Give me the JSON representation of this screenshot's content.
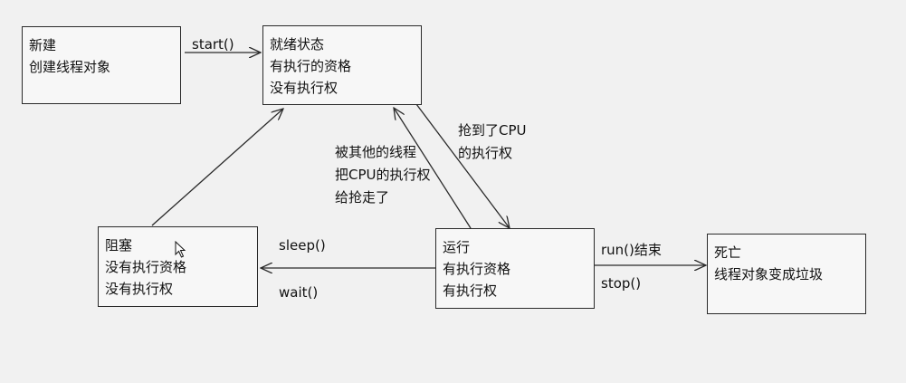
{
  "states": {
    "new": {
      "title": "新建",
      "desc": "创建线程对象"
    },
    "ready": {
      "title": "就绪状态",
      "line1": "有执行的资格",
      "line2": "没有执行权"
    },
    "blocked": {
      "title": "阻塞",
      "line1": "没有执行资格",
      "line2": "没有执行权"
    },
    "running": {
      "title": "运行",
      "line1": "有执行资格",
      "line2": "有执行权"
    },
    "dead": {
      "title": "死亡",
      "desc": "线程对象变成垃圾"
    }
  },
  "transitions": {
    "start": "start()",
    "got_cpu_1": "抢到了CPU",
    "got_cpu_2": "的执行权",
    "preempt_1": "被其他的线程",
    "preempt_2": "把CPU的执行权",
    "preempt_3": "给抢走了",
    "sleep": "sleep()",
    "wait": "wait()",
    "run_end": "run()结束",
    "stop": "stop()"
  },
  "colors": {
    "line": "#2a2a2a",
    "background": "#f1f1f1"
  }
}
